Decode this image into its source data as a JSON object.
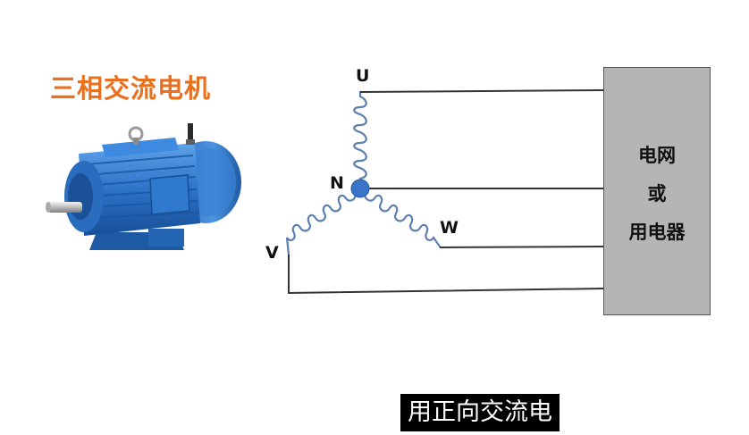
{
  "title": "三相交流电机",
  "wye_diagram": {
    "nodes": {
      "u": "U",
      "n": "N",
      "w": "W",
      "v": "V"
    },
    "load_box": {
      "line1": "电网",
      "line2": "或",
      "line3": "用电器"
    }
  },
  "subtitle": "用正向交流电",
  "colors": {
    "title": "#e8701f",
    "coil": "#5b7fb0",
    "node": "#3a74c8",
    "box_fill": "#b5b5b5",
    "motor_body": "#2d73c8"
  }
}
